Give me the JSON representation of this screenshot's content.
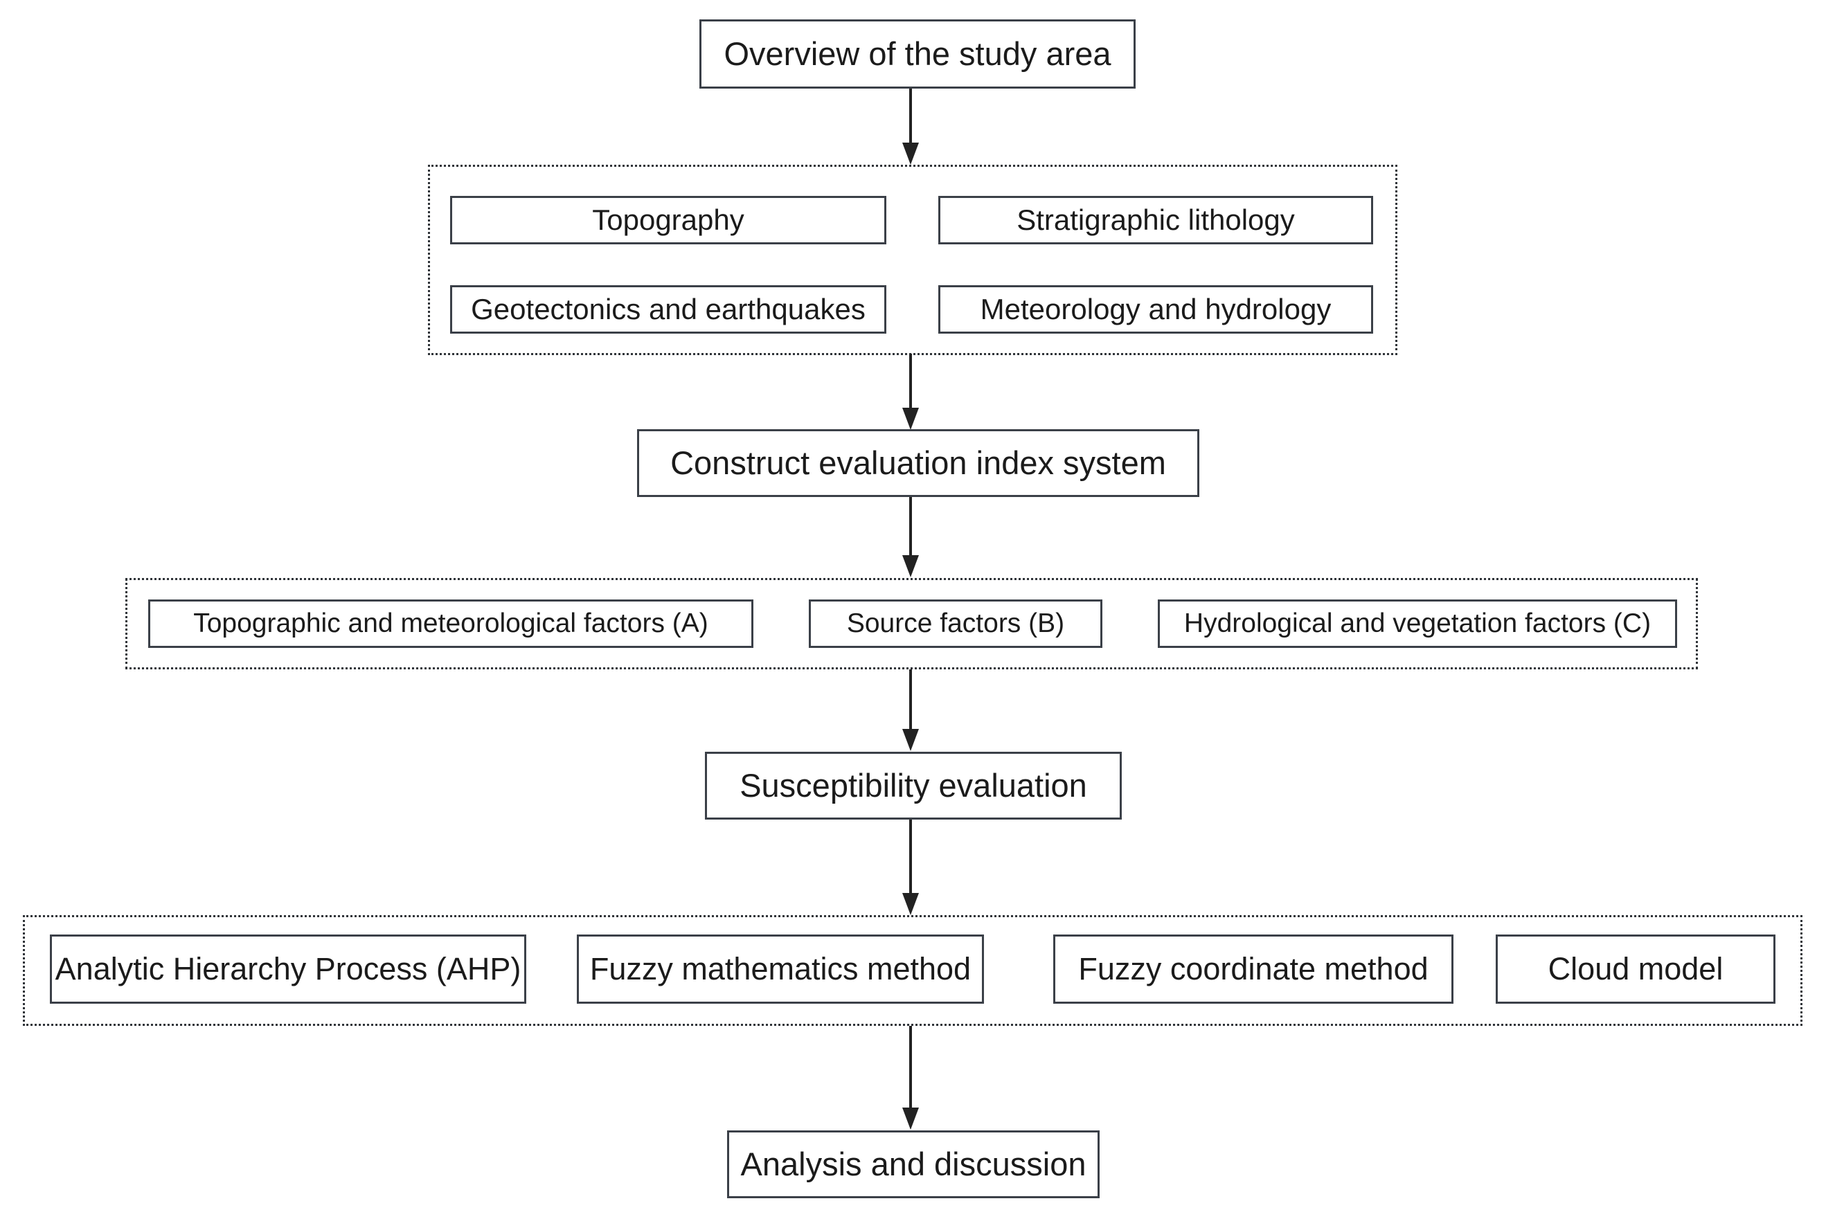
{
  "diagram": {
    "type": "flowchart",
    "orientation": "top-to-bottom",
    "background_color": "#ffffff",
    "box_border_color": "#3b4048",
    "group_border_color": "#2f3338",
    "arrow_color": "#222222",
    "text_color": "#1b1b1b"
  },
  "nodes": {
    "overview": "Overview of the study area",
    "construct": "Construct evaluation index system",
    "susceptibility": "Susceptibility evaluation",
    "analysis": "Analysis and discussion"
  },
  "groups": {
    "study_area": {
      "items": [
        "Topography",
        "Stratigraphic lithology",
        "Geotectonics and earthquakes",
        "Meteorology and hydrology"
      ]
    },
    "factors": {
      "items": [
        "Topographic and meteorological factors (A)",
        "Source factors  (B)",
        "Hydrological and vegetation factors (C)"
      ]
    },
    "methods": {
      "items": [
        "Analytic Hierarchy Process (AHP)",
        "Fuzzy mathematics method",
        "Fuzzy coordinate method",
        "Cloud model"
      ]
    }
  },
  "connectors": [
    {
      "from": "overview",
      "to": "study_area"
    },
    {
      "from": "study_area",
      "to": "construct"
    },
    {
      "from": "construct",
      "to": "factors"
    },
    {
      "from": "factors",
      "to": "susceptibility"
    },
    {
      "from": "susceptibility",
      "to": "methods"
    },
    {
      "from": "methods",
      "to": "analysis"
    }
  ]
}
